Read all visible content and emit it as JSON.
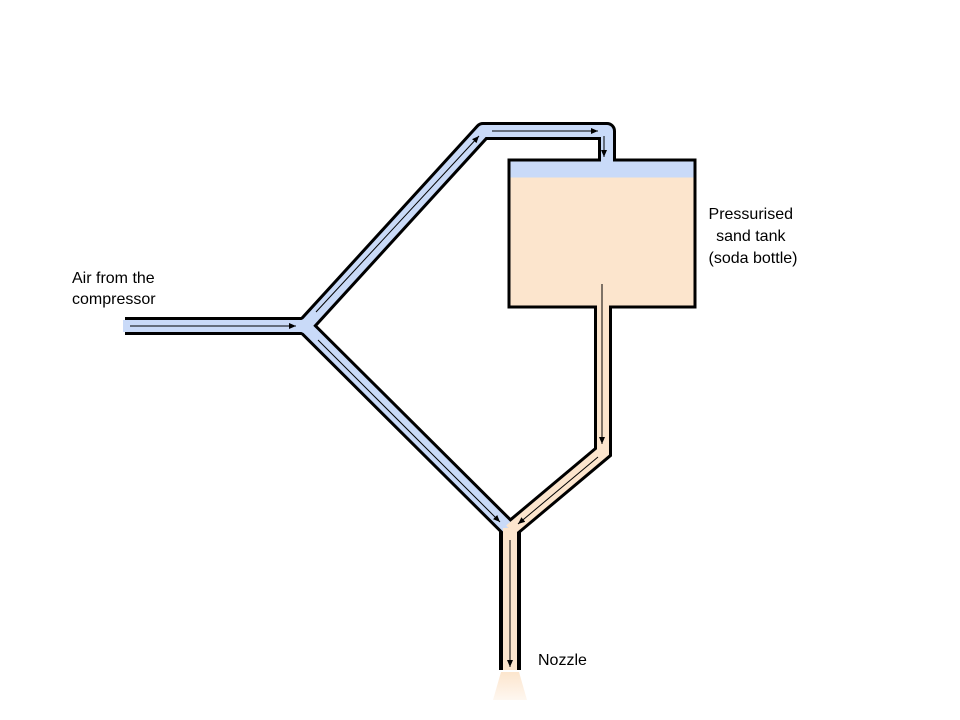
{
  "labels": {
    "air_source": [
      "Air from the",
      "compressor"
    ],
    "tank": [
      "Pressurised",
      "sand tank",
      "(soda bottle)"
    ],
    "nozzle": "Nozzle"
  },
  "colors": {
    "air": "#c9daf8",
    "sand": "#fce5cd",
    "outline": "#000000"
  }
}
